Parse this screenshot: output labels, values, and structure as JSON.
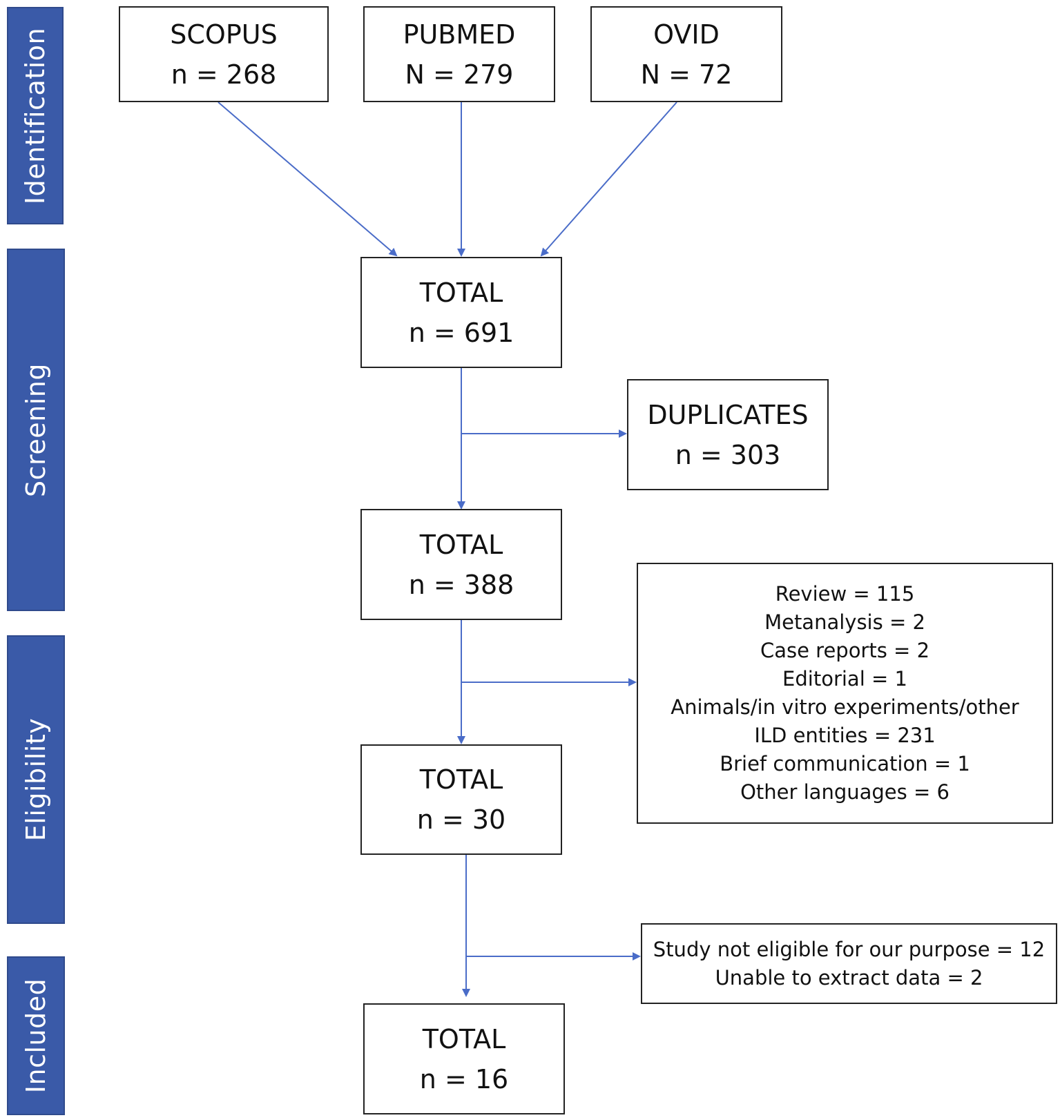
{
  "phases": {
    "identification": "Identification",
    "screening": "Screening",
    "eligibility": "Eligibility",
    "included": "Included"
  },
  "sources": {
    "scopus": {
      "name": "SCOPUS",
      "count": "n = 268"
    },
    "pubmed": {
      "name": "PUBMED",
      "count": "N = 279"
    },
    "ovid": {
      "name": "OVID",
      "count": "N = 72"
    }
  },
  "totals": {
    "t1": {
      "label": "TOTAL",
      "count": "n = 691"
    },
    "t2": {
      "label": "TOTAL",
      "count": "n = 388"
    },
    "t3": {
      "label": "TOTAL",
      "count": "n = 30"
    },
    "t4": {
      "label": "TOTAL",
      "count": "n = 16"
    }
  },
  "duplicates": {
    "label": "DUPLICATES",
    "count": "n = 303"
  },
  "exclusions_eligibility": [
    "Review = 115",
    "Metanalysis = 2",
    "Case reports = 2",
    "Editorial = 1",
    "Animals/in vitro experiments/other",
    "ILD entities = 231",
    "Brief communication = 1",
    "Other languages = 6"
  ],
  "exclusions_included": [
    "Study not eligible for our purpose = 12",
    "Unable to extract data = 2"
  ],
  "colors": {
    "phase_band": "#3a5aa8",
    "arrow": "#4a6cc8",
    "box_border": "#222222"
  }
}
